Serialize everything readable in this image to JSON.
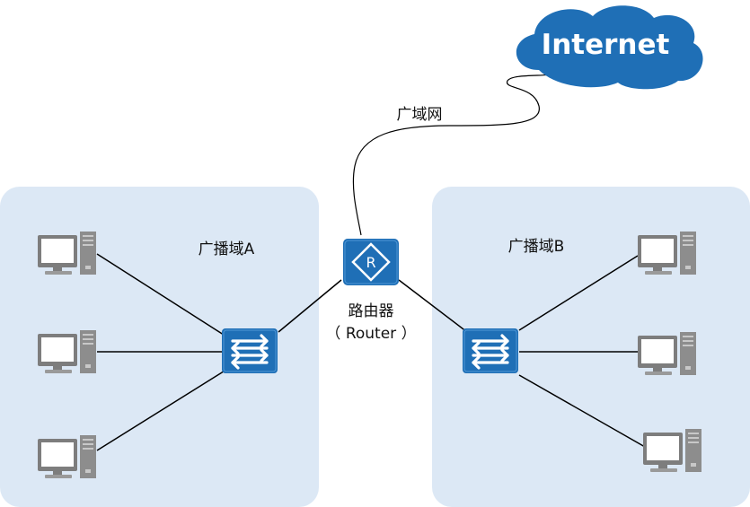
{
  "internet": {
    "label": "Internet"
  },
  "wan": {
    "label": "广域网"
  },
  "router": {
    "label": "路由器",
    "sublabel": "（ Router ）",
    "icon_letter": "R"
  },
  "domain_a": {
    "label": "广播域A"
  },
  "domain_b": {
    "label": "广播域B"
  },
  "colors": {
    "domain_bg": "#dce8f5",
    "device_blue": "#1f6fb6",
    "cloud_blue": "#1f6fb6",
    "pc_gray": "#8a8a8a",
    "line": "#000000"
  }
}
